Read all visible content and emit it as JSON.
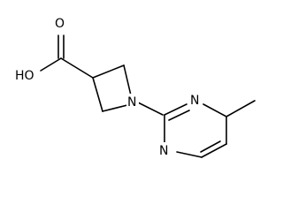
{
  "molecule": {
    "atoms": {
      "carbonyl_oxygen": "O",
      "hydroxyl": "HO",
      "azetidine_nitrogen": "N",
      "pyrimidine_n_upper": "N",
      "pyrimidine_n_lower": "N"
    }
  },
  "colors": {
    "bond": "#000000",
    "text": "#000000",
    "background": "#ffffff"
  }
}
